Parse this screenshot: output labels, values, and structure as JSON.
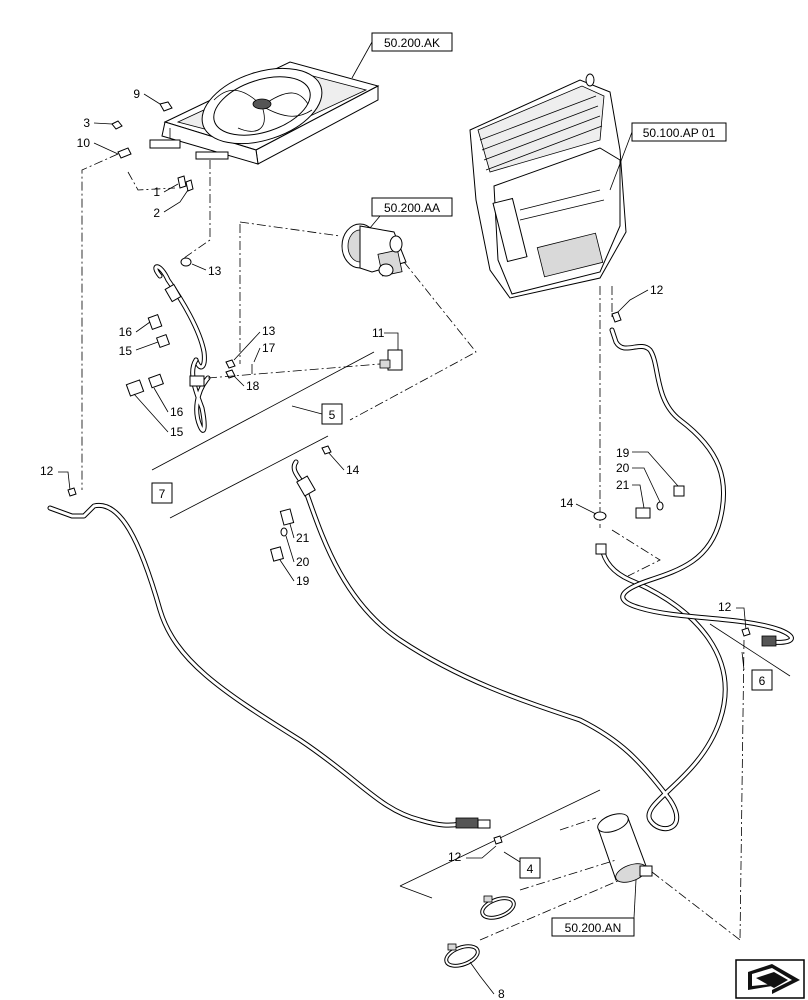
{
  "references": {
    "condenser": "50.200.AK",
    "compressor": "50.200.AA",
    "hvac_unit": "50.100.AP 01",
    "receiver_drier": "50.200.AN"
  },
  "view_boxes": [
    "5",
    "7",
    "4",
    "6"
  ],
  "callouts": {
    "c1": "1",
    "c2": "2",
    "c3": "3",
    "c8": "8",
    "c9": "9",
    "c10": "10",
    "c11": "11",
    "c12a": "12",
    "c12b": "12",
    "c12c": "12",
    "c12d": "12",
    "c13a": "13",
    "c13b": "13",
    "c14a": "14",
    "c14b": "14",
    "c15a": "15",
    "c15b": "15",
    "c16a": "16",
    "c16b": "16",
    "c17": "17",
    "c18": "18",
    "c19a": "19",
    "c19b": "19",
    "c20a": "20",
    "c20b": "20",
    "c21a": "21",
    "c21b": "21"
  },
  "icons": {
    "navigation": "next-page-arrow-icon"
  }
}
